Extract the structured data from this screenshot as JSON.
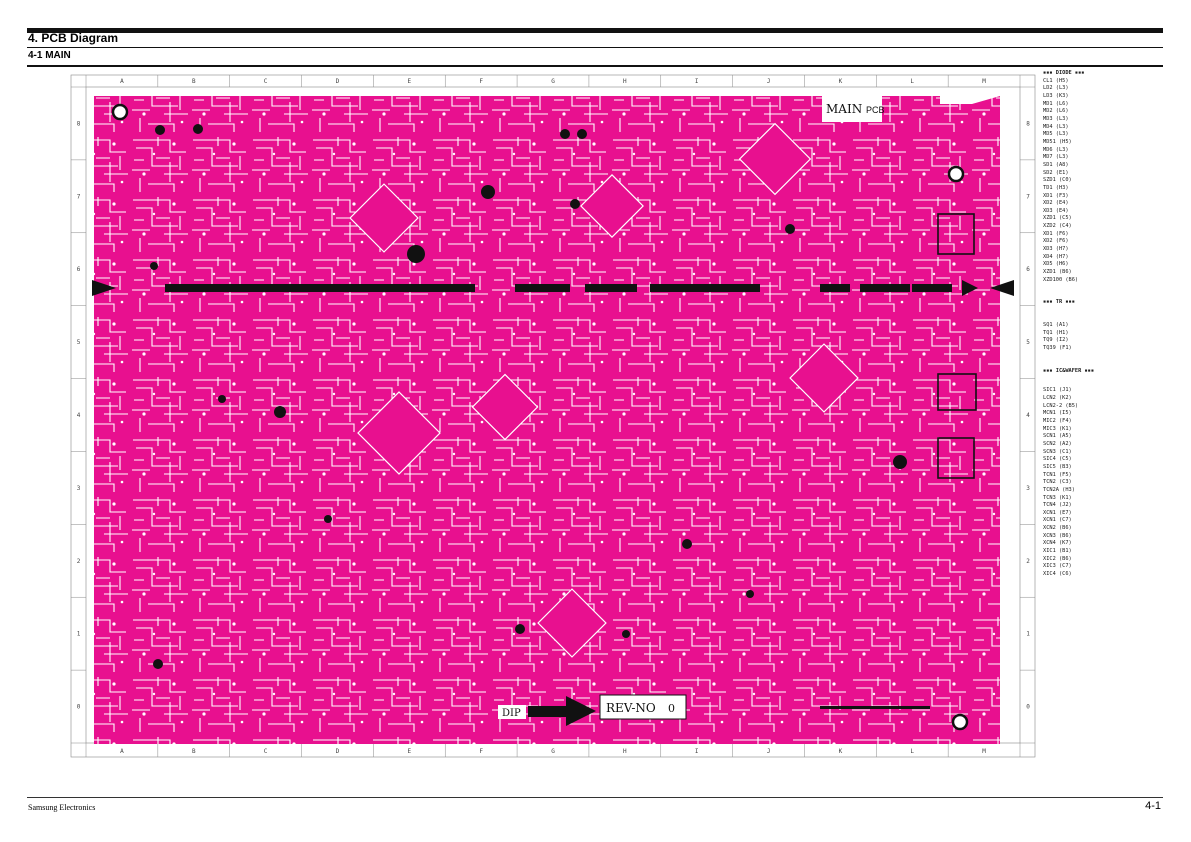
{
  "header": {
    "title": "4. PCB Diagram",
    "subtitle": "4-1 MAIN"
  },
  "grid": {
    "columns": [
      "A",
      "B",
      "C",
      "D",
      "E",
      "F",
      "G",
      "H",
      "I",
      "J",
      "K",
      "L",
      "M"
    ],
    "rows": [
      "8",
      "7",
      "6",
      "5",
      "4",
      "3",
      "2",
      "1",
      "0"
    ]
  },
  "board": {
    "label_main": "MAIN",
    "label_pcb": "PCB",
    "rev_label": "REV-NO",
    "rev_value": "0",
    "dip_label": "DIP",
    "trace_color": "#e8108f"
  },
  "legend": {
    "sections": [
      {
        "heading": "▪▪▪ DIODE ▪▪▪",
        "items": [
          "CL1 (H5)",
          "LD2 (L3)",
          "LD3 (K3)",
          "MD1 (L6)",
          "MD2 (L6)",
          "MD3 (L3)",
          "MD4 (L3)",
          "MD5 (L3)",
          "MD51 (H5)",
          "MD6 (L3)",
          "MD7 (L3)",
          "SD1 (A8)",
          "SD2 (E1)",
          "SZD1 (C0)",
          "TD1 (H3)",
          "XD1 (F3)",
          "XD2 (E4)",
          "XD3 (E4)",
          "XZD1 (C5)",
          "XZD2 (C4)",
          "XD1 (F6)",
          "XD2 (F6)",
          "XD3 (H7)",
          "XD4 (H7)",
          "XD5 (H6)",
          "XZD1 (B6)",
          "XZD100 (B6)"
        ]
      },
      {
        "heading": "▪▪▪ TR ▪▪▪",
        "items": [
          "SQ1 (A1)",
          "TQ1 (H1)",
          "TQ9 (I2)",
          "TQ39 (F1)"
        ]
      },
      {
        "heading": "▪▪▪ IC&WAFER ▪▪▪",
        "items": [
          "SIC1 (J1)",
          "LCN2 (K2)",
          "LCN2-2 (B5)",
          "MCN1 (I5)",
          "MIC2 (F4)",
          "MIC3 (K1)",
          "SCN1 (A5)",
          "SCN2 (A2)",
          "SCN3 (C1)",
          "SIC4 (C5)",
          "SIC5 (B3)",
          "TCN1 (F5)",
          "TCN2 (C3)",
          "TCN2A (H3)",
          "TCN3 (K1)",
          "TCN4 (J2)",
          "XCN1 (E7)",
          "XCN1 (C7)",
          "XCN2 (B6)",
          "XCN3 (B6)",
          "XCN4 (K7)",
          "XIC1 (B1)",
          "XIC2 (B6)",
          "XIC3 (C7)",
          "XIC4 (C6)"
        ]
      }
    ]
  },
  "footer": {
    "brand": "Samsung Electronics",
    "page": "4-1"
  }
}
